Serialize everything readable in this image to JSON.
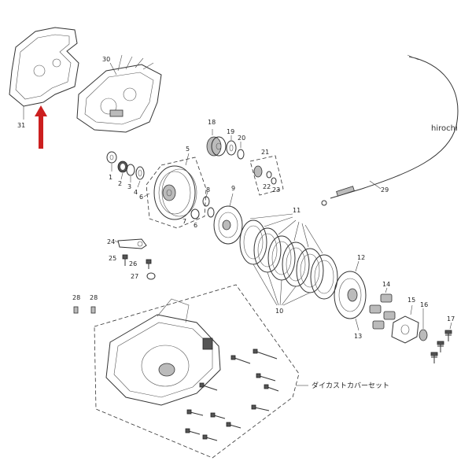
{
  "watermark": "hirochi",
  "cover_set_label": "ダイカストカバーセット",
  "part_numbers": {
    "p1": "1",
    "p2": "2",
    "p3": "3",
    "p4": "4",
    "p5": "5",
    "p6": "6",
    "p7": "7",
    "p8": "8",
    "p9": "9",
    "p10": "10",
    "p11": "11",
    "p12": "12",
    "p13": "13",
    "p14": "14",
    "p15": "15",
    "p16": "16",
    "p17": "17",
    "p18": "18",
    "p19": "19",
    "p20": "20",
    "p21": "21",
    "p22": "22",
    "p23": "23",
    "p24": "24",
    "p25": "25",
    "p26": "26",
    "p27": "27",
    "p28a": "28",
    "p28b": "28",
    "p29": "29",
    "p30": "30",
    "p31": "31"
  },
  "colors": {
    "arrow": "#cc1f1f",
    "line": "#333333"
  }
}
